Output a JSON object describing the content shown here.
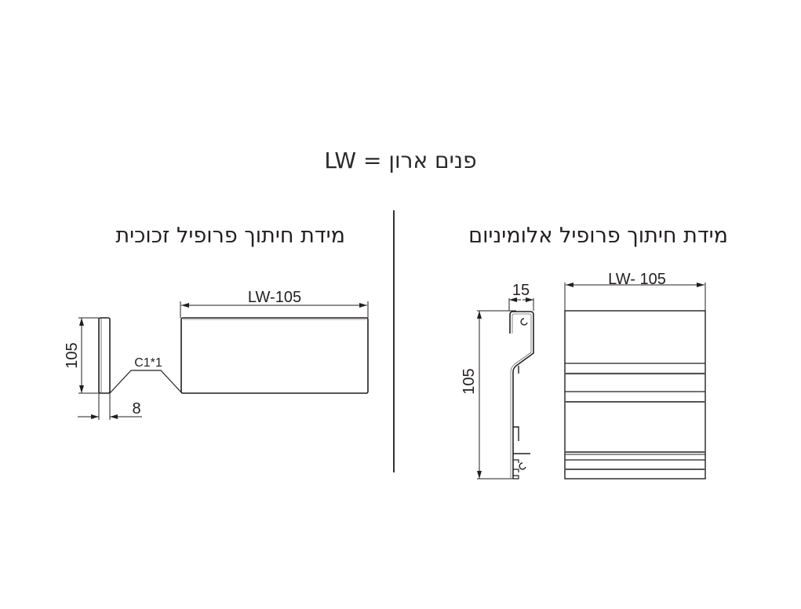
{
  "header": {
    "title": "LW = פנים ארון"
  },
  "glass_section": {
    "title": "מידת חיתוך פרופיל זכוכית",
    "height_dim": "105",
    "width_dim": "LW-105",
    "chamfer_label": "C1*1",
    "thickness_dim": "8"
  },
  "aluminum_section": {
    "title": "מידת חיתוך פרופיל אלומיניום",
    "height_dim": "105",
    "depth_dim": "15",
    "width_dim": "LW- 105"
  },
  "colors": {
    "line": "#231f20",
    "background": "#ffffff"
  }
}
